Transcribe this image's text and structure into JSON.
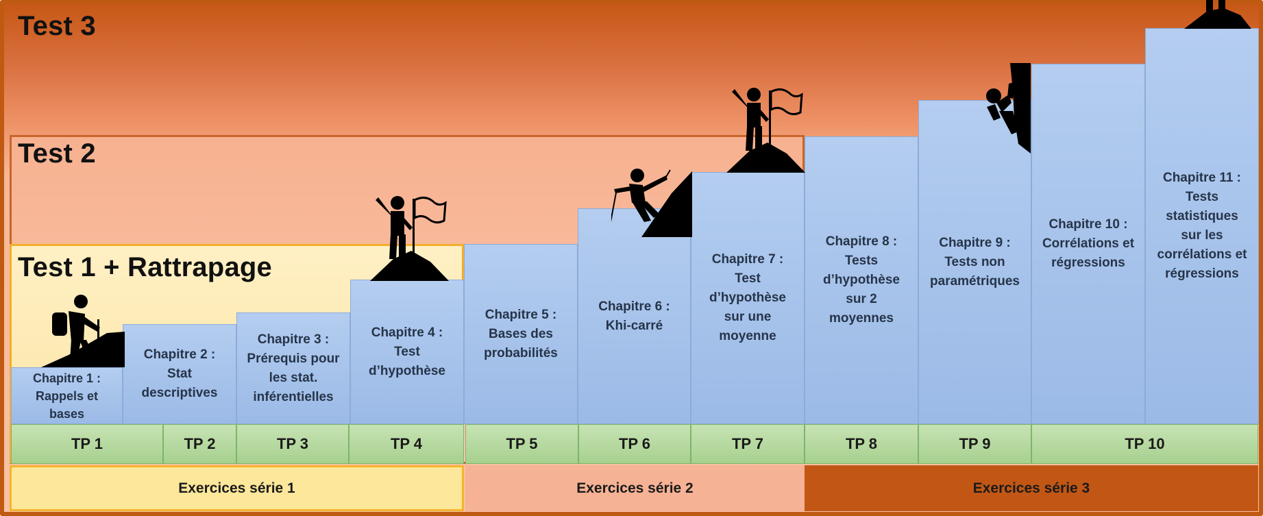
{
  "zones": {
    "test3": "Test 3",
    "test2": "Test 2",
    "test1": "Test 1 + Rattrapage"
  },
  "chapters": [
    {
      "label": "Chapitre 1 :\nRappels et\nbases"
    },
    {
      "label": "Chapitre 2 :\nStat\ndescriptives"
    },
    {
      "label": "Chapitre 3 :\nPrérequis pour\nles stat.\ninférentielles"
    },
    {
      "label": "Chapitre 4 :\nTest\nd’hypothèse"
    },
    {
      "label": "Chapitre 5 :\nBases des\nprobabilités"
    },
    {
      "label": "Chapitre 6 :\nKhi-carré"
    },
    {
      "label": "Chapitre 7 :\nTest\nd’hypothèse\nsur une\nmoyenne"
    },
    {
      "label": "Chapitre 8 :\nTests\nd’hypothèse\nsur 2\nmoyennes"
    },
    {
      "label": "Chapitre 9 :\nTests non\nparamétriques"
    },
    {
      "label": "Chapitre 10 :\nCorrélations et\nrégressions"
    },
    {
      "label": "Chapitre 11 :\nTests statistiques\nsur les\ncorrélations et\nrégressions"
    }
  ],
  "tp": [
    "TP 1",
    "TP 2",
    "TP 3",
    "TP 4",
    "TP 5",
    "TP 6",
    "TP 7",
    "TP 8",
    "TP 9",
    "TP 10"
  ],
  "exercises": [
    "Exercices série 1",
    "Exercices série 2",
    "Exercices série 3"
  ],
  "icons": [
    "hiker-icon",
    "summit-flag-icon",
    "climber-icon",
    "summit-flag-icon",
    "wall-climber-icon",
    "summit-person-icon"
  ],
  "colors": {
    "test3": "#c75816",
    "test2": "#f8c2a4",
    "test1": "#fbe3a3",
    "chapter": "#a8c4ec",
    "tp": "#b6d9a0"
  }
}
